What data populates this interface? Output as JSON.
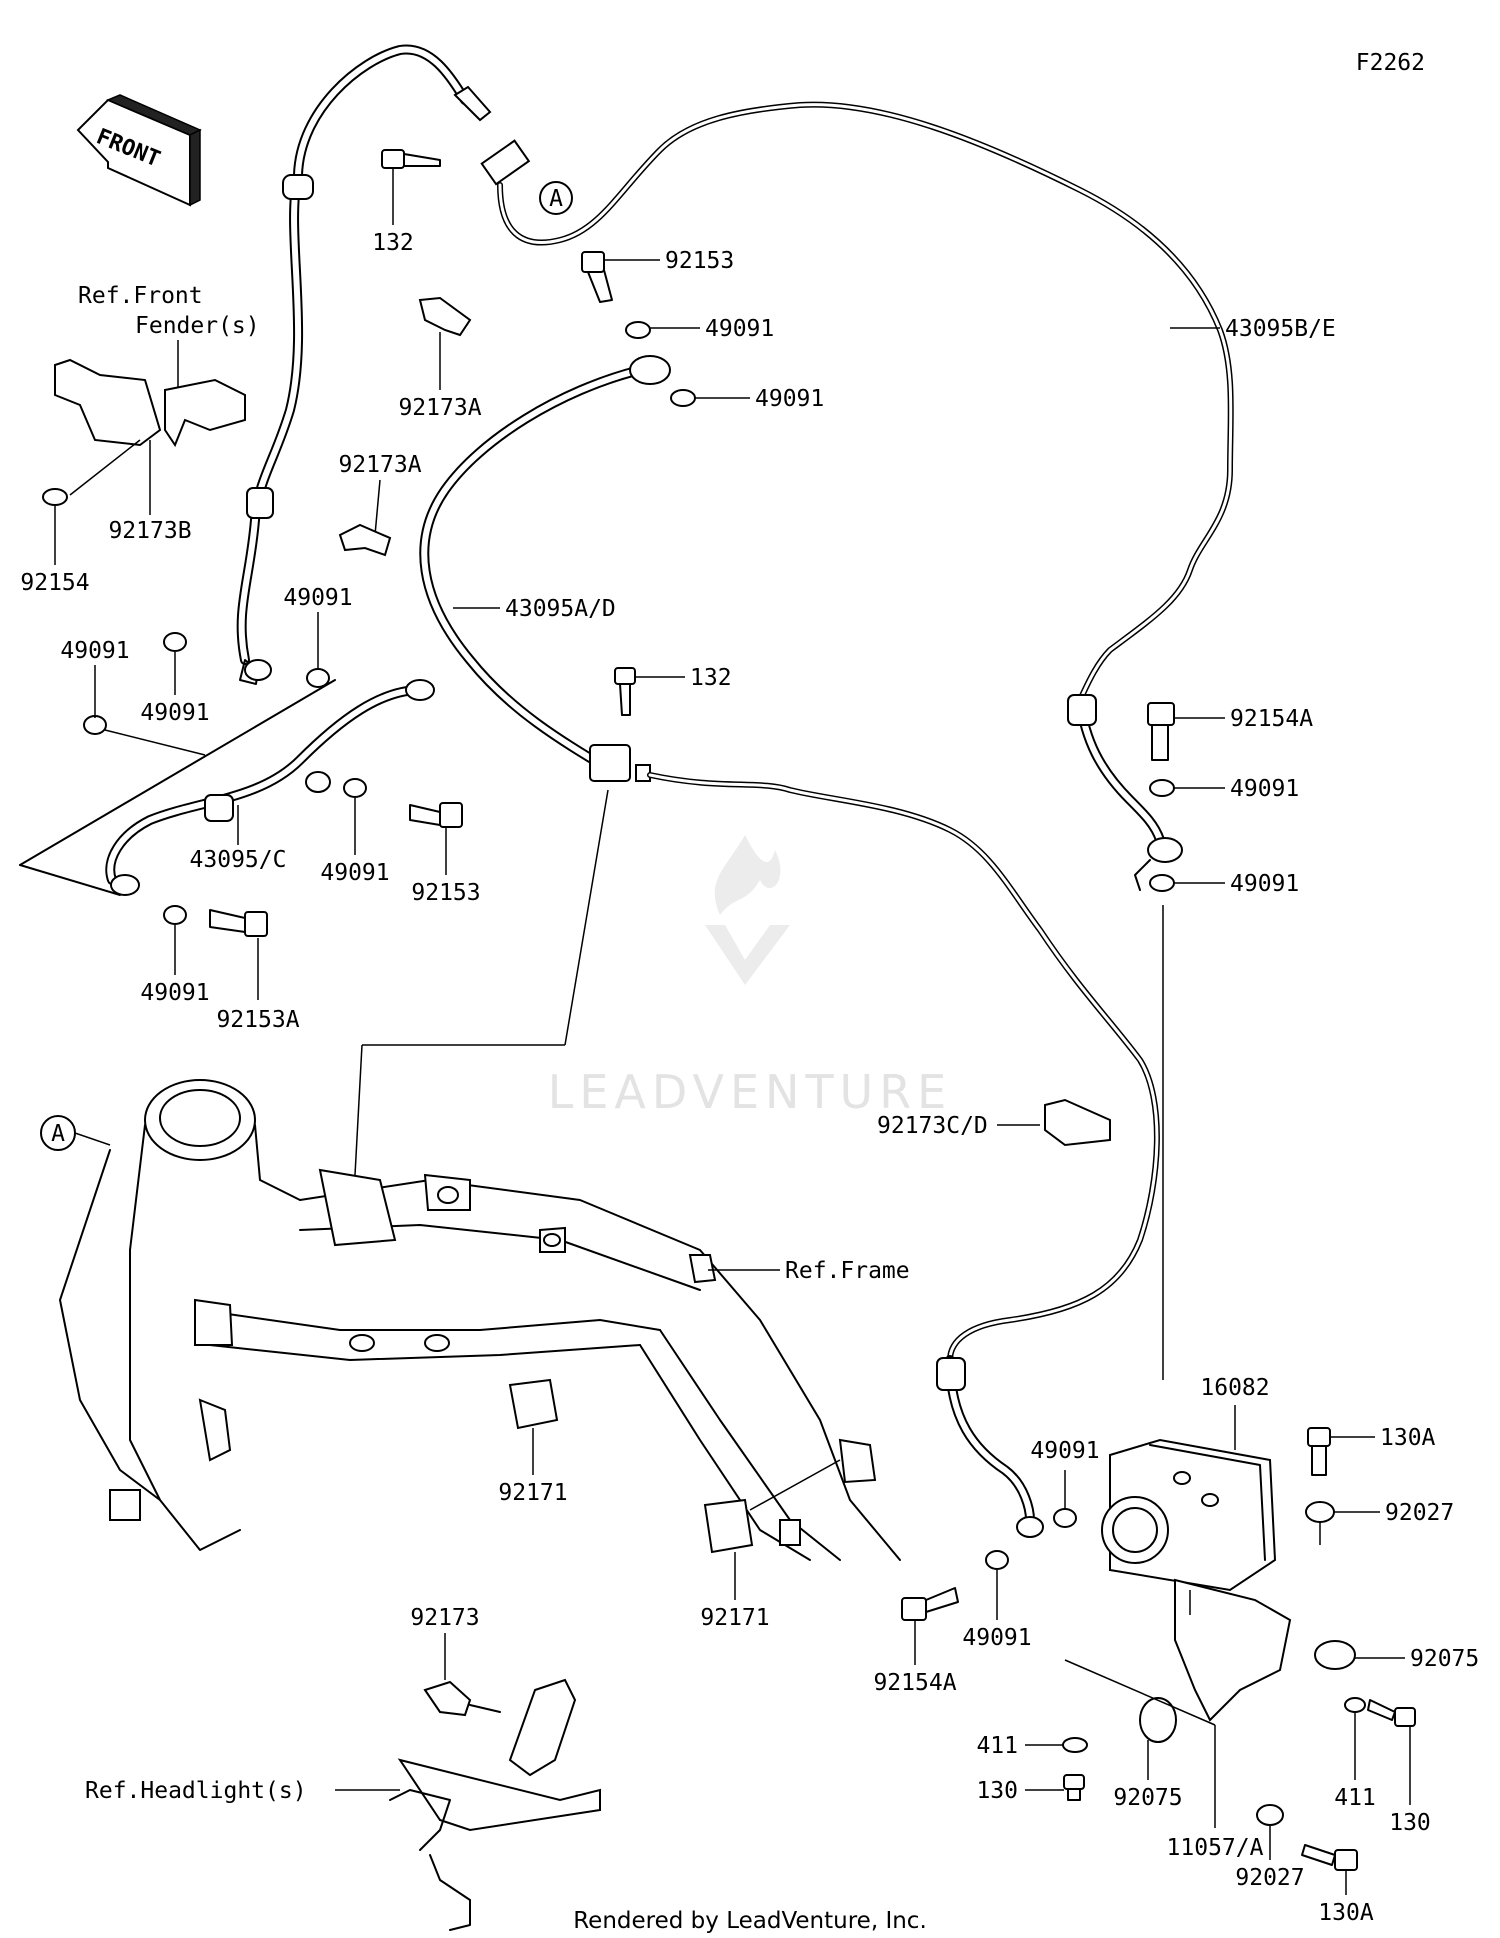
{
  "figure_code": "F2262",
  "front_arrow_label": "FRONT",
  "watermark": "LEADVENTURE",
  "footer": "Rendered by LeadVenture, Inc.",
  "ref_mark": "A",
  "labels": {
    "p132_top": "132",
    "p92153_top": "92153",
    "p49091_upper_a": "49091",
    "p49091_upper_b": "49091",
    "p43095be": "43095B/E",
    "ref_front_fender_1": "Ref.Front",
    "ref_front_fender_2": "Fender(s)",
    "p92173a_upper": "92173A",
    "p92173a_lower": "92173A",
    "p92173b": "92173B",
    "p92154": "92154",
    "p43095ad": "43095A/D",
    "p49091_l1": "49091",
    "p49091_l2": "49091",
    "p49091_l3": "49091",
    "p132_mid": "132",
    "p92154a_top": "92154A",
    "p49091_r1": "49091",
    "p49091_r2": "49091",
    "p43095c": "43095/C",
    "p49091_l4": "49091",
    "p92153_mid": "92153",
    "p49091_l5": "49091",
    "p92153a": "92153A",
    "p92173cd": "92173C/D",
    "ref_frame": "Ref.Frame",
    "p92171_a": "92171",
    "p92171_b": "92171",
    "p16082": "16082",
    "p49091_abs1": "49091",
    "p130a_top": "130A",
    "p92027_top": "92027",
    "p49091_abs2": "49091",
    "p92154a_bot": "92154A",
    "p92075_right": "92075",
    "p411_left": "411",
    "p411_right": "411",
    "p130_left": "130",
    "p130_right": "130",
    "p92075_bot": "92075",
    "p11057a": "11057/A",
    "p92027_bot": "92027",
    "p130a_bot": "130A",
    "p92173": "92173",
    "ref_headlights": "Ref.Headlight(s)"
  }
}
